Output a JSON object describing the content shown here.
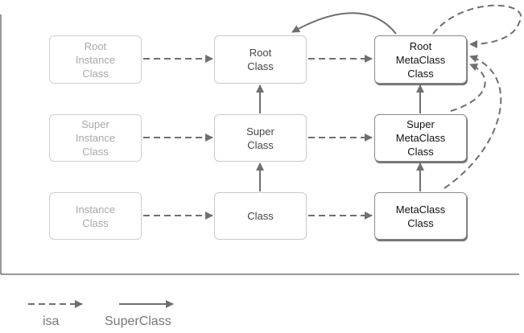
{
  "diagram": {
    "nodes": {
      "root_instance": "Root\nInstance\nClass",
      "root_class": "Root\nClass",
      "root_meta": "Root\nMetaClass\nClass",
      "super_instance": "Super\nInstance\nClass",
      "super_class": "Super\nClass",
      "super_meta": "Super\nMetaClass\nClass",
      "instance": "Instance\nClass",
      "class": "Class",
      "meta": "MetaClass\nClass"
    },
    "edges": [
      {
        "from": "root_instance",
        "to": "root_class",
        "kind": "isa"
      },
      {
        "from": "root_class",
        "to": "root_meta",
        "kind": "isa"
      },
      {
        "from": "super_instance",
        "to": "super_class",
        "kind": "isa"
      },
      {
        "from": "super_class",
        "to": "super_meta",
        "kind": "isa"
      },
      {
        "from": "instance",
        "to": "class",
        "kind": "isa"
      },
      {
        "from": "class",
        "to": "meta",
        "kind": "isa"
      },
      {
        "from": "super_class",
        "to": "root_class",
        "kind": "superclass"
      },
      {
        "from": "class",
        "to": "super_class",
        "kind": "superclass"
      },
      {
        "from": "super_meta",
        "to": "root_meta",
        "kind": "superclass"
      },
      {
        "from": "meta",
        "to": "super_meta",
        "kind": "superclass"
      },
      {
        "from": "root_meta",
        "to": "root_class",
        "kind": "superclass"
      },
      {
        "from": "root_meta",
        "to": "root_meta",
        "kind": "isa"
      },
      {
        "from": "super_meta",
        "to": "root_meta",
        "kind": "isa"
      },
      {
        "from": "meta",
        "to": "root_meta",
        "kind": "isa"
      }
    ]
  },
  "legend": {
    "isa_label": "isa",
    "superclass_label": "SuperClass"
  },
  "colors": {
    "line": "#6f6f6f",
    "instance_text": "#a8a8a8",
    "meta_border": "#8a8a8a"
  }
}
